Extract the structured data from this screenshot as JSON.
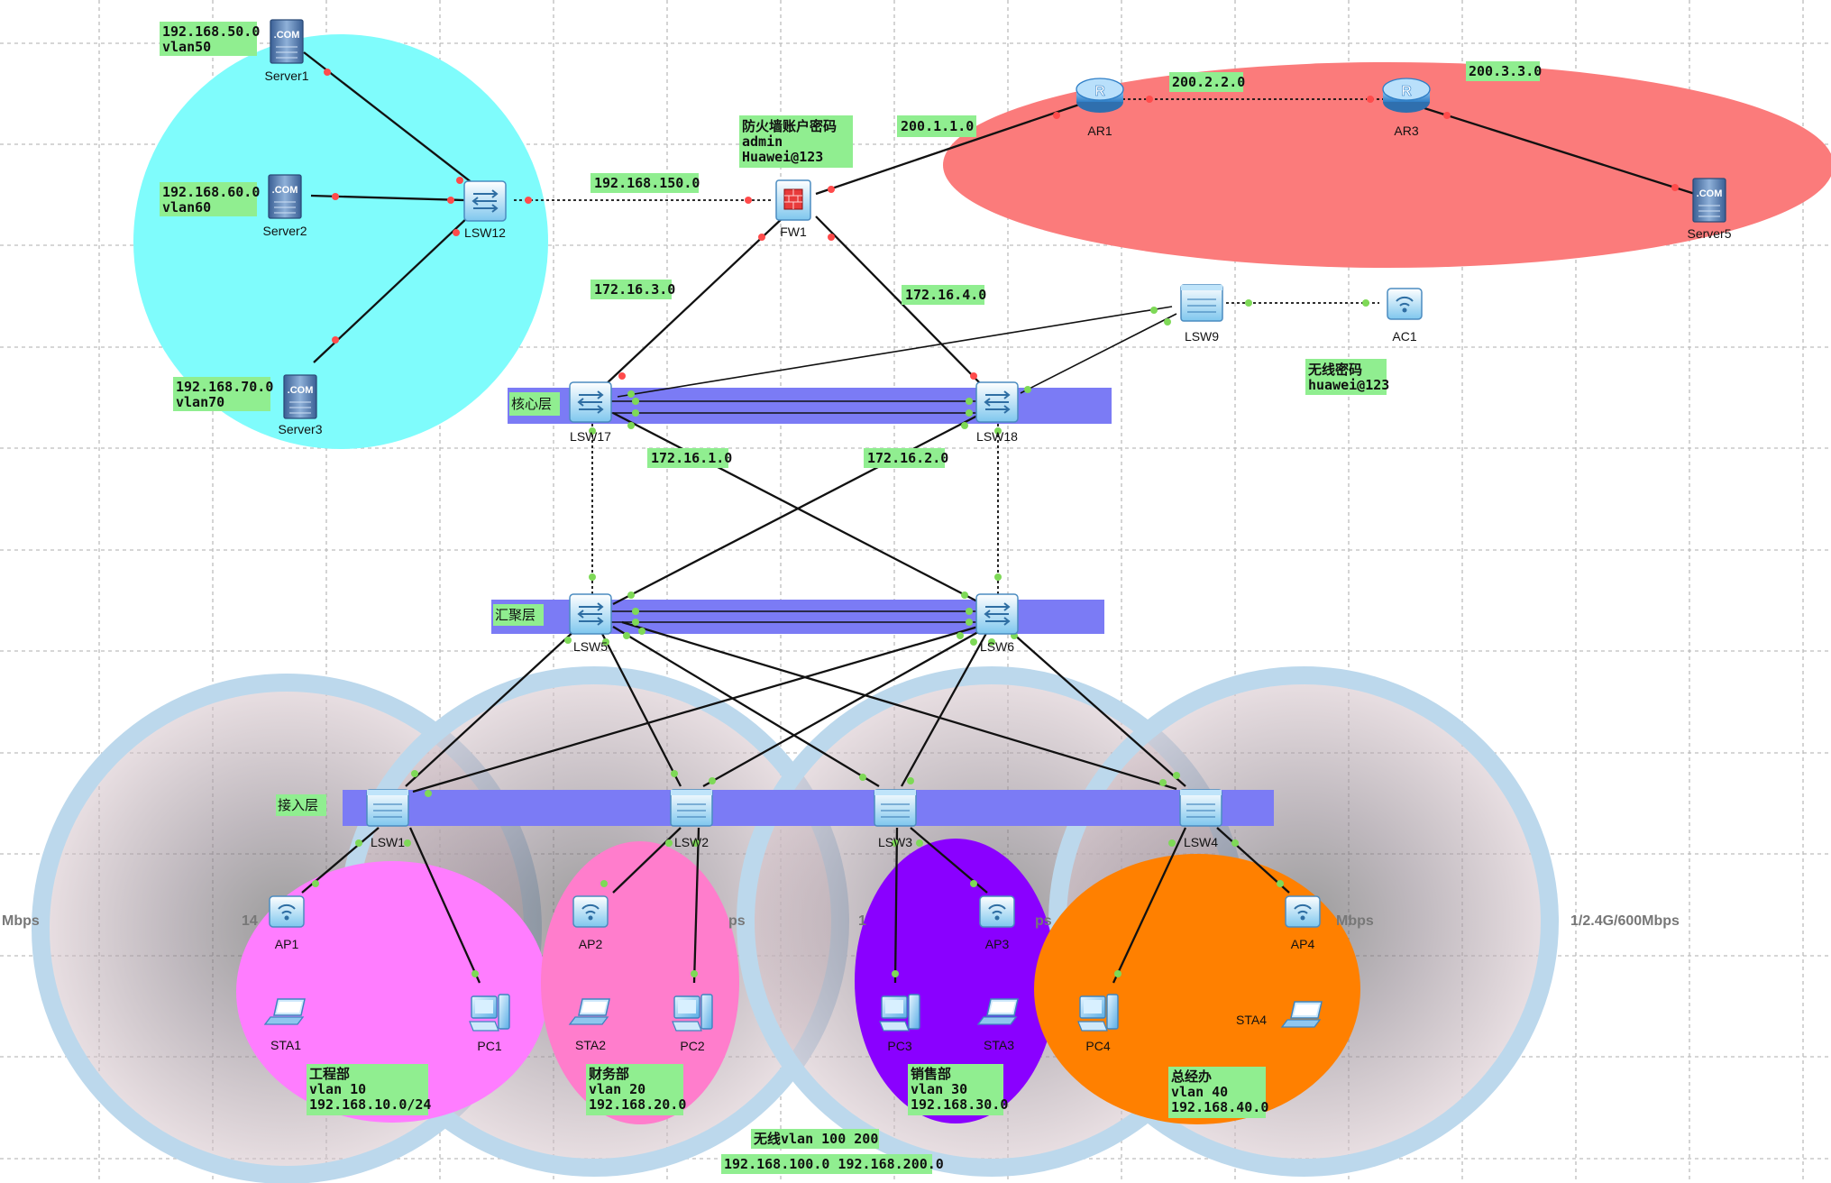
{
  "devices": {
    "server1": "Server1",
    "server2": "Server2",
    "server3": "Server3",
    "server5": "Server5",
    "lsw12": "LSW12",
    "fw1": "FW1",
    "ar1": "AR1",
    "ar3": "AR3",
    "lsw9": "LSW9",
    "ac1": "AC1",
    "lsw17": "LSW17",
    "lsw18": "LSW18",
    "lsw5": "LSW5",
    "lsw6": "LSW6",
    "lsw1": "LSW1",
    "lsw2": "LSW2",
    "lsw3": "LSW3",
    "lsw4": "LSW4",
    "ap1": "AP1",
    "ap2": "AP2",
    "ap3": "AP3",
    "ap4": "AP4",
    "sta1": "STA1",
    "sta2": "STA2",
    "sta3": "STA3",
    "sta4": "STA4",
    "pc1": "PC1",
    "pc2": "PC2",
    "pc3": "PC3",
    "pc4": "PC4"
  },
  "layers": {
    "core": "核心层",
    "aggregation": "汇聚层",
    "access": "接入层"
  },
  "notes": {
    "server1": [
      "192.168.50.0",
      "vlan50"
    ],
    "server2": [
      "192.168.60.0",
      "vlan60"
    ],
    "server3": [
      "192.168.70.0",
      "vlan70"
    ],
    "fw_account": [
      "防火墙账户密码",
      "admin",
      "Huawei@123"
    ],
    "wireless_pw": [
      "无线密码",
      "huawei@123"
    ],
    "dept_eng": [
      "工程部",
      "vlan 10",
      "192.168.10.0/24"
    ],
    "dept_fin": [
      "财务部",
      "vlan 20",
      "192.168.20.0"
    ],
    "dept_sales": [
      "销售部",
      "vlan 30",
      "192.168.30.0"
    ],
    "dept_office": [
      "总经办",
      "vlan 40",
      "192.168.40.0"
    ],
    "wireless_vlan": "无线vlan 100 200",
    "wireless_net": "192.168.100.0 192.168.200.0"
  },
  "subnets": {
    "lsw12_fw": "192.168.150.0",
    "fw_ar1": "200.1.1.0",
    "ar1_ar3": "200.2.2.0",
    "ar3_server5": "200.3.3.0",
    "fw_lsw17": "172.16.3.0",
    "fw_lsw18": "172.16.4.0",
    "lsw17_agg": "172.16.1.0",
    "lsw18_agg": "172.16.2.0"
  },
  "wlan_rates": {
    "left": "Mbps",
    "ap1": "14",
    "ap2": "ps",
    "ap3": "1",
    "ap3_right": "ps",
    "ap4": "Mbps",
    "right": "1/2.4G/600Mbps"
  },
  "colors": {
    "server_zone": "#7ffcfc",
    "wan_zone": "#fb7b7b",
    "eng_zone": "#ff7dff",
    "fin_zone": "#ff7dcc",
    "sales_zone": "#8a00ff",
    "office_zone": "#ff8000",
    "layer_bar": "#7b7bf5",
    "note_bg": "#90ee90",
    "port": "#ff4b4b",
    "link_port": "#7ed957"
  }
}
